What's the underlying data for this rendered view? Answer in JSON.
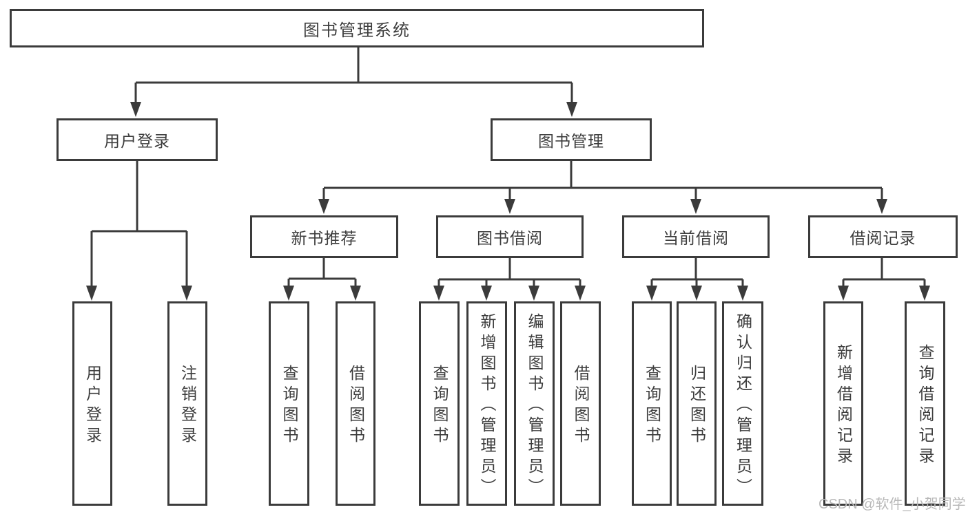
{
  "diagram_title": "图书管理系统",
  "watermark": "CSDN @软件_小贺同学",
  "colors": {
    "line": "#3b3b3b",
    "text": "#3d3d3d",
    "watermark": "#b9b9b9",
    "background": "#ffffff"
  },
  "tree": {
    "label": "图书管理系统",
    "children": [
      {
        "label": "用户登录",
        "children": [
          {
            "label": "用户登录"
          },
          {
            "label": "注销登录"
          }
        ]
      },
      {
        "label": "图书管理",
        "children": [
          {
            "label": "新书推荐",
            "children": [
              {
                "label": "查询图书"
              },
              {
                "label": "借阅图书"
              }
            ]
          },
          {
            "label": "图书借阅",
            "children": [
              {
                "label": "查询图书"
              },
              {
                "label": "新增图书（管理员）"
              },
              {
                "label": "编辑图书（管理员）"
              },
              {
                "label": "借阅图书"
              }
            ]
          },
          {
            "label": "当前借阅",
            "children": [
              {
                "label": "查询图书"
              },
              {
                "label": "归还图书"
              },
              {
                "label": "确认归还（管理员）"
              }
            ]
          },
          {
            "label": "借阅记录",
            "children": [
              {
                "label": "新增借阅记录"
              },
              {
                "label": "查询借阅记录"
              }
            ]
          }
        ]
      }
    ]
  }
}
